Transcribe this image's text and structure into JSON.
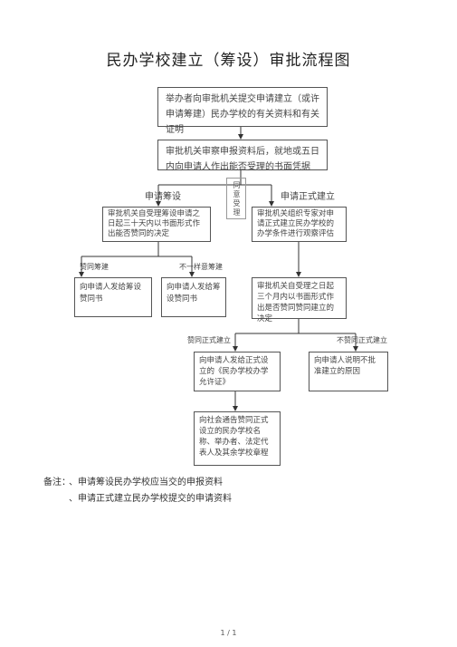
{
  "title": "民办学校建立（筹设）审批流程图",
  "boxes": {
    "b1": "举办者向审批机关提交申请建立（或许申请筹建）民办学校的有关资料和有关证明",
    "b2": "审批机关审察申报资料后，就地或五日内向申请人作出能否受理的书面凭据",
    "b3": "审批机关自受理筹设申请之日起三十天内以书面形式作出能否赞同的决定",
    "b4": "审批机关组织专家对申请正式建立民办学校的办学条件进行观察评估",
    "b5": "向申请人发给筹设赞同书",
    "b6": "向申请人发给筹设赞同书",
    "b7": "审批机关自受理之日起三个月内以书面形式作出是否赞同赞同建立的决定",
    "b8": "向申请人发给正式设立的《民办学校办学允许证》",
    "b9": "向申请人说明不批准建立的原因",
    "b10": "向社会通告赞同正式设立的民办学校名称、举办者、法定代表人及其余学校章程"
  },
  "labels": {
    "accept": "同意受理",
    "apply_prep": "申请筹设",
    "apply_formal": "申请正式建立",
    "agree_prep": "赞同筹建",
    "disagree_prep": "不一样意筹建",
    "agree_formal": "赞同正式建立",
    "disagree_formal": "不赞同正式建立"
  },
  "notes": {
    "prefix": "备注：",
    "line1": "、申请筹设民办学校应当交的申报资料",
    "line2": "、申请正式建立民办学校提交的申请资料"
  },
  "footer": "1 / 1"
}
